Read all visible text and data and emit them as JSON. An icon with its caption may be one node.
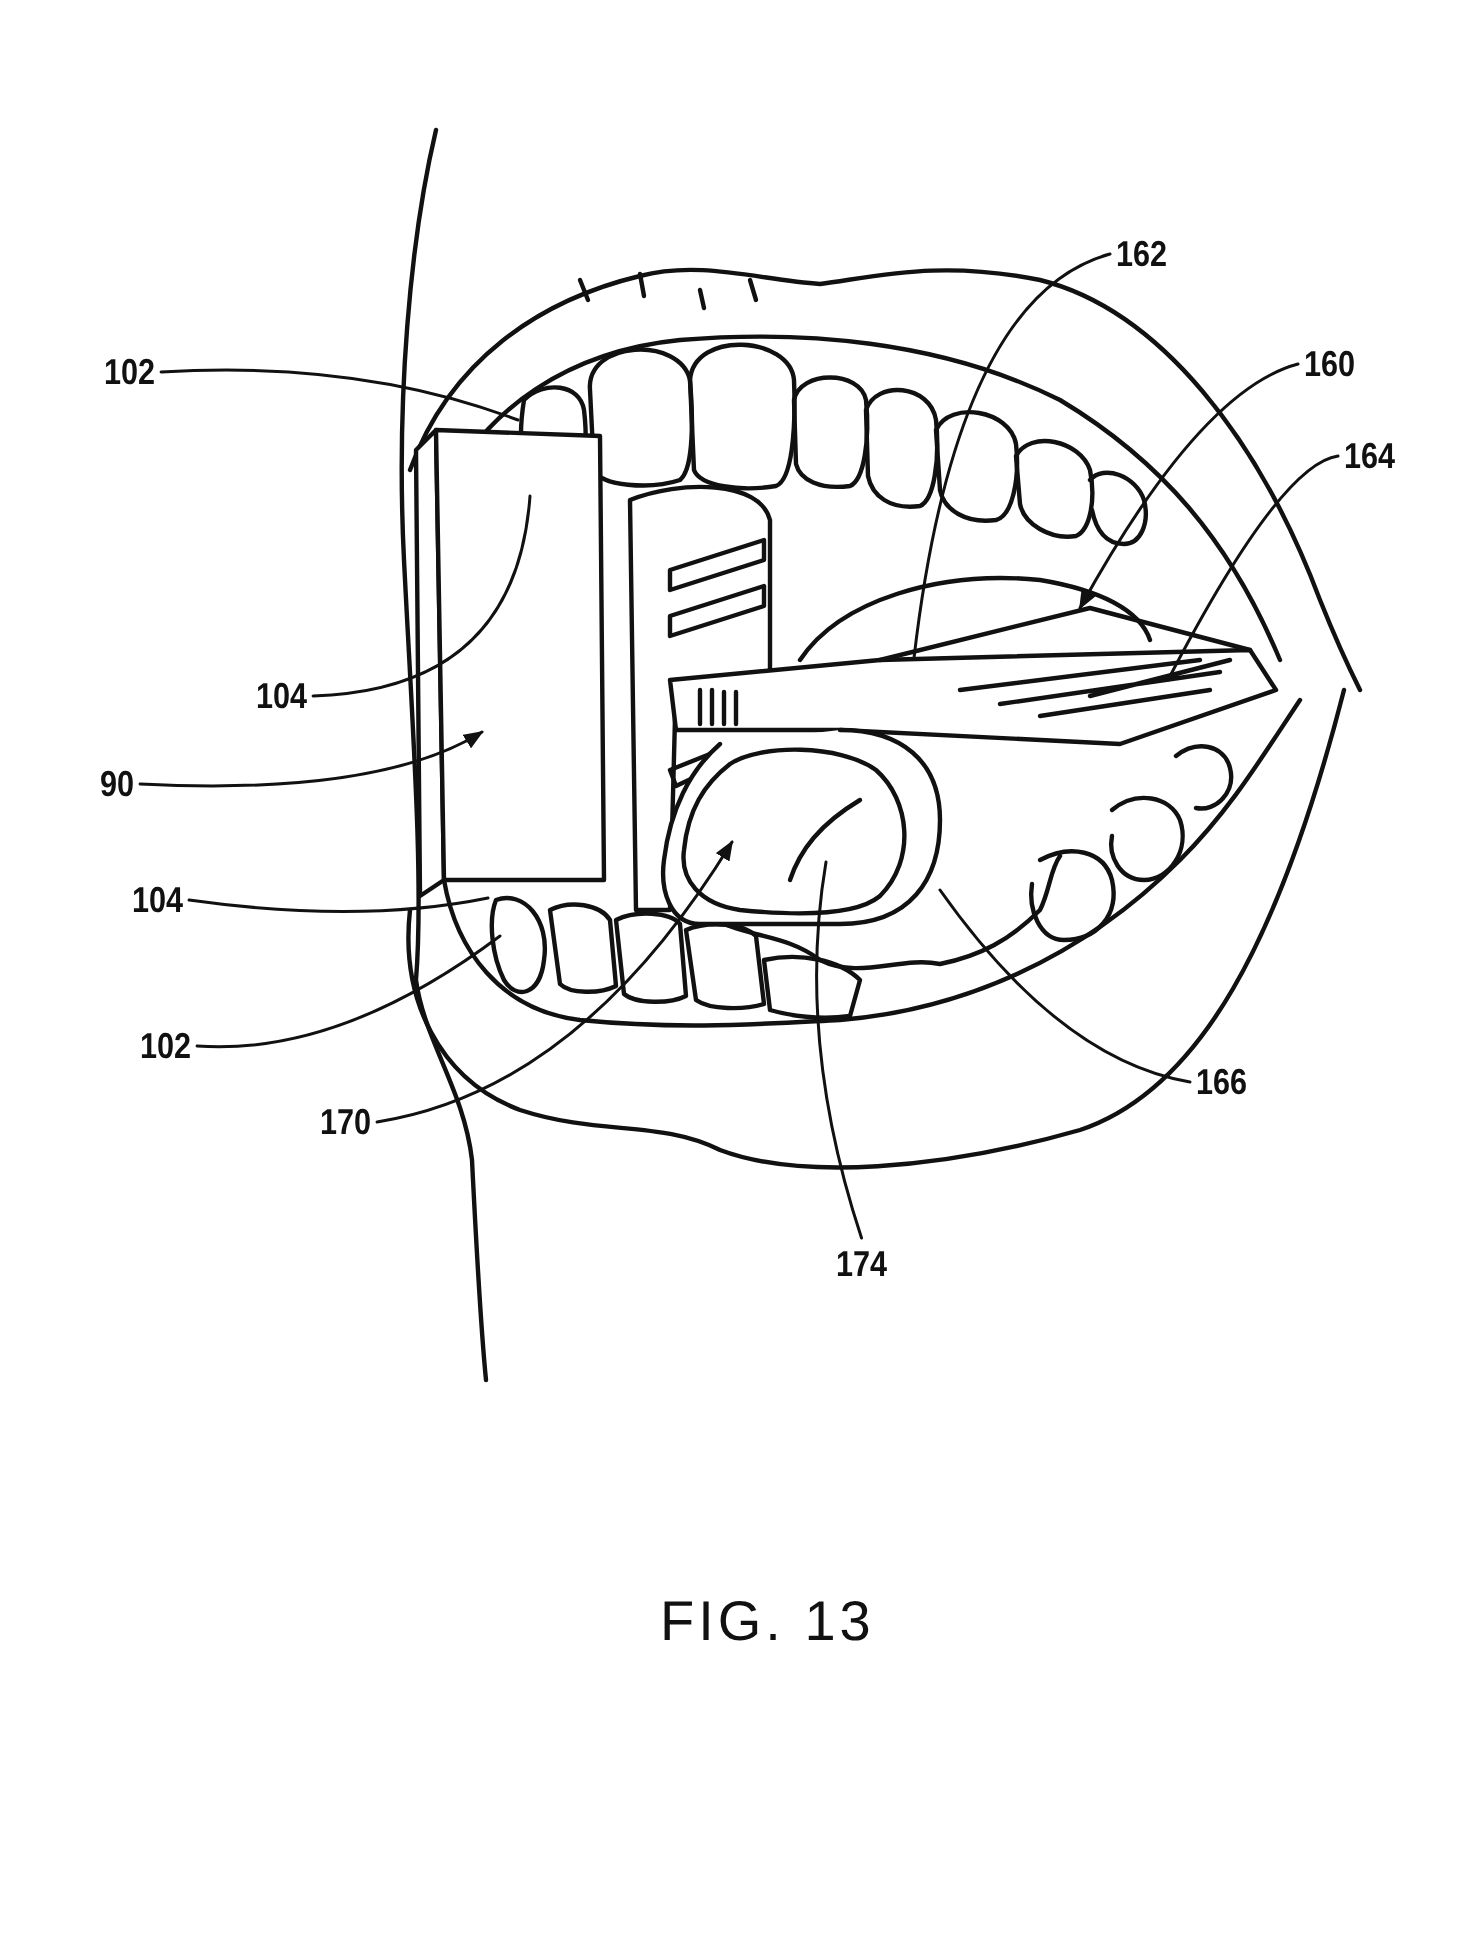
{
  "diagram": {
    "caption": "FIG. 13",
    "nodes": [
      {
        "text": [
          "162"
        ]
      },
      {
        "text": [
          "102"
        ]
      },
      {
        "text": [
          "160"
        ]
      },
      {
        "text": [
          "164"
        ]
      },
      {
        "text": [
          "104"
        ]
      },
      {
        "text": [
          "90"
        ]
      },
      {
        "text": [
          "104"
        ]
      },
      {
        "text": [
          "102"
        ]
      },
      {
        "text": [
          "170"
        ]
      },
      {
        "text": [
          "166"
        ]
      },
      {
        "text": [
          "174"
        ]
      }
    ],
    "edges": [
      {
        "from": 0,
        "to": null,
        "arrow": "none"
      },
      {
        "from": 1,
        "to": null,
        "arrow": "none"
      },
      {
        "from": 2,
        "to": null,
        "arrow": "to"
      },
      {
        "from": 3,
        "to": null,
        "arrow": "none"
      },
      {
        "from": 4,
        "to": null,
        "arrow": "none"
      },
      {
        "from": 5,
        "to": null,
        "arrow": "to"
      },
      {
        "from": 6,
        "to": null,
        "arrow": "none"
      },
      {
        "from": 7,
        "to": null,
        "arrow": "none"
      },
      {
        "from": 8,
        "to": null,
        "arrow": "to"
      },
      {
        "from": 9,
        "to": null,
        "arrow": "none"
      },
      {
        "from": 10,
        "to": null,
        "arrow": "none"
      }
    ]
  }
}
